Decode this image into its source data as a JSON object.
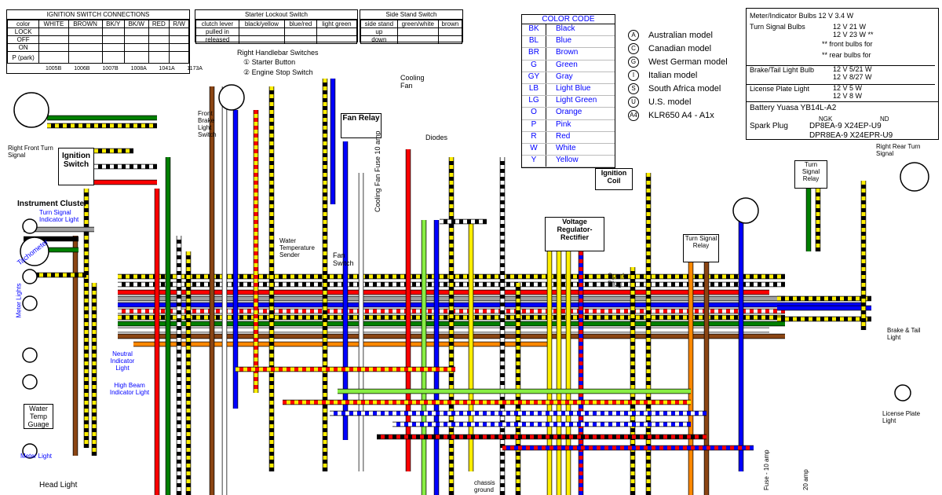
{
  "ignition_table": {
    "title": "IGNITION SWITCH CONNECTIONS",
    "columns": [
      "color",
      "WHITE",
      "BROWN",
      "BK/Y",
      "BK/W",
      "RED",
      "R/W"
    ],
    "rows": [
      "LOCK",
      "OFF",
      "ON",
      "P (park)"
    ],
    "codes": [
      "1005B",
      "1006B",
      "1007B",
      "1008A",
      "1041A",
      "1173A"
    ]
  },
  "starter_table": {
    "title": "Starter Lockout Switch",
    "columns": [
      "clutch lever",
      "black/yellow",
      "blue/red",
      "light green"
    ],
    "rows": [
      "pulled in",
      "released"
    ]
  },
  "sidestand_table": {
    "title": "Side Stand Switch",
    "columns": [
      "side stand",
      "green/white",
      "brown"
    ],
    "rows": [
      "up",
      "down"
    ]
  },
  "color_code": {
    "title": "COLOR CODE",
    "items": [
      {
        "code": "BK",
        "name": "Black"
      },
      {
        "code": "BL",
        "name": "Blue"
      },
      {
        "code": "BR",
        "name": "Brown"
      },
      {
        "code": "G",
        "name": "Green"
      },
      {
        "code": "GY",
        "name": "Gray"
      },
      {
        "code": "LB",
        "name": "Light Blue"
      },
      {
        "code": "LG",
        "name": "Light Green"
      },
      {
        "code": "O",
        "name": "Orange"
      },
      {
        "code": "P",
        "name": "Pink"
      },
      {
        "code": "R",
        "name": "Red"
      },
      {
        "code": "W",
        "name": "White"
      },
      {
        "code": "Y",
        "name": "Yellow"
      }
    ]
  },
  "models": [
    {
      "sym": "A",
      "name": "Australian model"
    },
    {
      "sym": "C",
      "name": "Canadian model"
    },
    {
      "sym": "G",
      "name": "West German model"
    },
    {
      "sym": "I",
      "name": "Italian model"
    },
    {
      "sym": "S",
      "name": "South Africa model"
    },
    {
      "sym": "U",
      "name": "U.S. model"
    },
    {
      "sym": "A4",
      "name": "KLR650 A4 - A1x"
    }
  ],
  "specs": {
    "meter_bulbs": "Meter/Indicator Bulbs   12 V      3.4 W",
    "turn_bulbs": "Turn Signal Bulbs",
    "turn_v1": "12 V     21  W",
    "turn_v2": "12 V     23  W **",
    "front_note": "** front bulbs for",
    "rear_note": "**  rear bulbs for",
    "brake_bulb": "Brake/Tail Light Bulb",
    "brake_v1": "12 V    5/21  W",
    "brake_v2": "12 V    8/27  W",
    "plate_bulb": "License Plate Light",
    "plate_v1": "12 V      5  W",
    "plate_v2": "12 V      8  W",
    "battery": "Battery     Yuasa YB14L-A2",
    "ngk": "NGK",
    "nd": "ND",
    "spark": "Spark Plug",
    "plug1": "DP8EA-9      X24EP-U9",
    "plug2": "DPR8EA-9   X24EPR-U9"
  },
  "labels": {
    "handlebar_title": "Right Handlebar Switches",
    "starter_button": "Starter Button",
    "engine_stop": "Engine Stop Switch",
    "right_front_turn": "Right Front Turn Signal",
    "ignition_switch": "Ignition Switch",
    "instrument_cluster": "Instrument Cluster",
    "turn_indicator": "Turn Signal Indicator Light",
    "tachometer": "Tachometer",
    "meter_lights": "Meter Lights",
    "neutral_indicator": "Neutral Indicator Light",
    "highbeam_indicator": "High Beam Indicator Light",
    "water_temp_gauge": "Water Temp Guage",
    "meter_light": "Meter Light",
    "head_light": "Head Light",
    "front_brake_switch": "Front Brake Light Switch",
    "cooling_fan": "Cooling Fan",
    "fan_relay": "Fan Relay",
    "diodes": "Diodes",
    "cooling_fuse": "Cooling Fan Fuse 10 amp",
    "water_temp_sender": "Water Temperature Sender",
    "fan_switch": "Fan Switch",
    "voltage_regulator": "Voltage Regulator-Rectifier",
    "ignition_coil": "Ignition Coil",
    "spark_plug": "Spark Plug",
    "turn_relay": "Turn Signal Relay",
    "turn_relay_g": "Turn Signal Relay",
    "right_rear_turn": "Right Rear Turn Signal",
    "brake_tail": "Brake & Tail Light",
    "license_plate": "License Plate Light",
    "chassis_ground": "chassis ground",
    "fuse_10": "Fuse - 10 amp",
    "fuse_20": "20 amp"
  },
  "wire_colors": {
    "BK": "#000000",
    "BL": "#0000ff",
    "BR": "#8b4513",
    "G": "#008000",
    "GY": "#a0a0a0",
    "LB": "#66ccff",
    "LG": "#88ee44",
    "O": "#ff8800",
    "R": "#ff0000",
    "W": "#ffffff",
    "Y": "#ffee00",
    "P": "#ff66cc"
  }
}
